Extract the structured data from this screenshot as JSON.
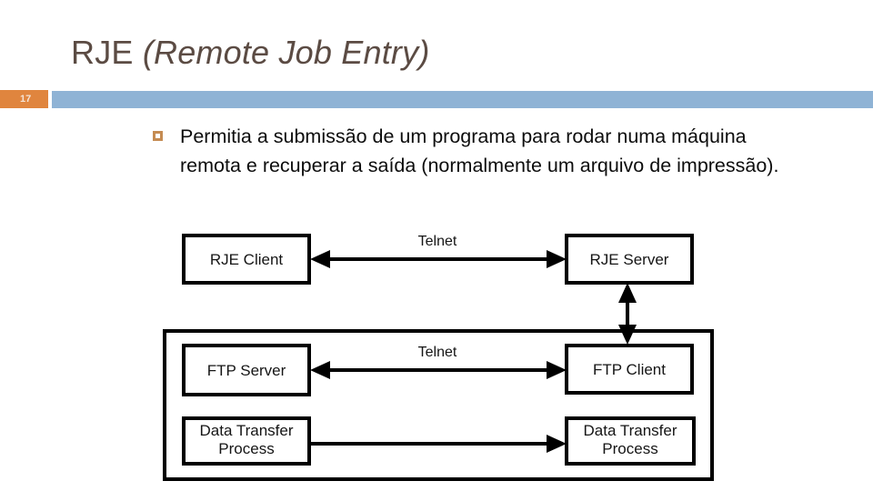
{
  "slide": {
    "number": "17",
    "title_main": "RJE ",
    "title_sub": "(Remote Job Entry)",
    "accent_orange": "#e0853e",
    "accent_blue": "#8fb3d5",
    "title_color": "#5b4b43",
    "bullet_color": "#c58b52"
  },
  "body": {
    "bullet_glyph": "hollow-square-bullet",
    "text": "Permitia a submissão de um programa para rodar numa máquina remota e recuperar a saída (normalmente um arquivo de impressão)."
  },
  "diagram": {
    "boxes": {
      "rje_client": "RJE Client",
      "rje_server": "RJE Server",
      "ftp_server": "FTP Server",
      "ftp_client": "FTP Client",
      "dtp_left_line1": "Data Transfer",
      "dtp_left_line2": "Process",
      "dtp_right_line1": "Data Transfer",
      "dtp_right_line2": "Process"
    },
    "links": {
      "telnet_top": "Telnet",
      "telnet_bottom": "Telnet"
    }
  }
}
